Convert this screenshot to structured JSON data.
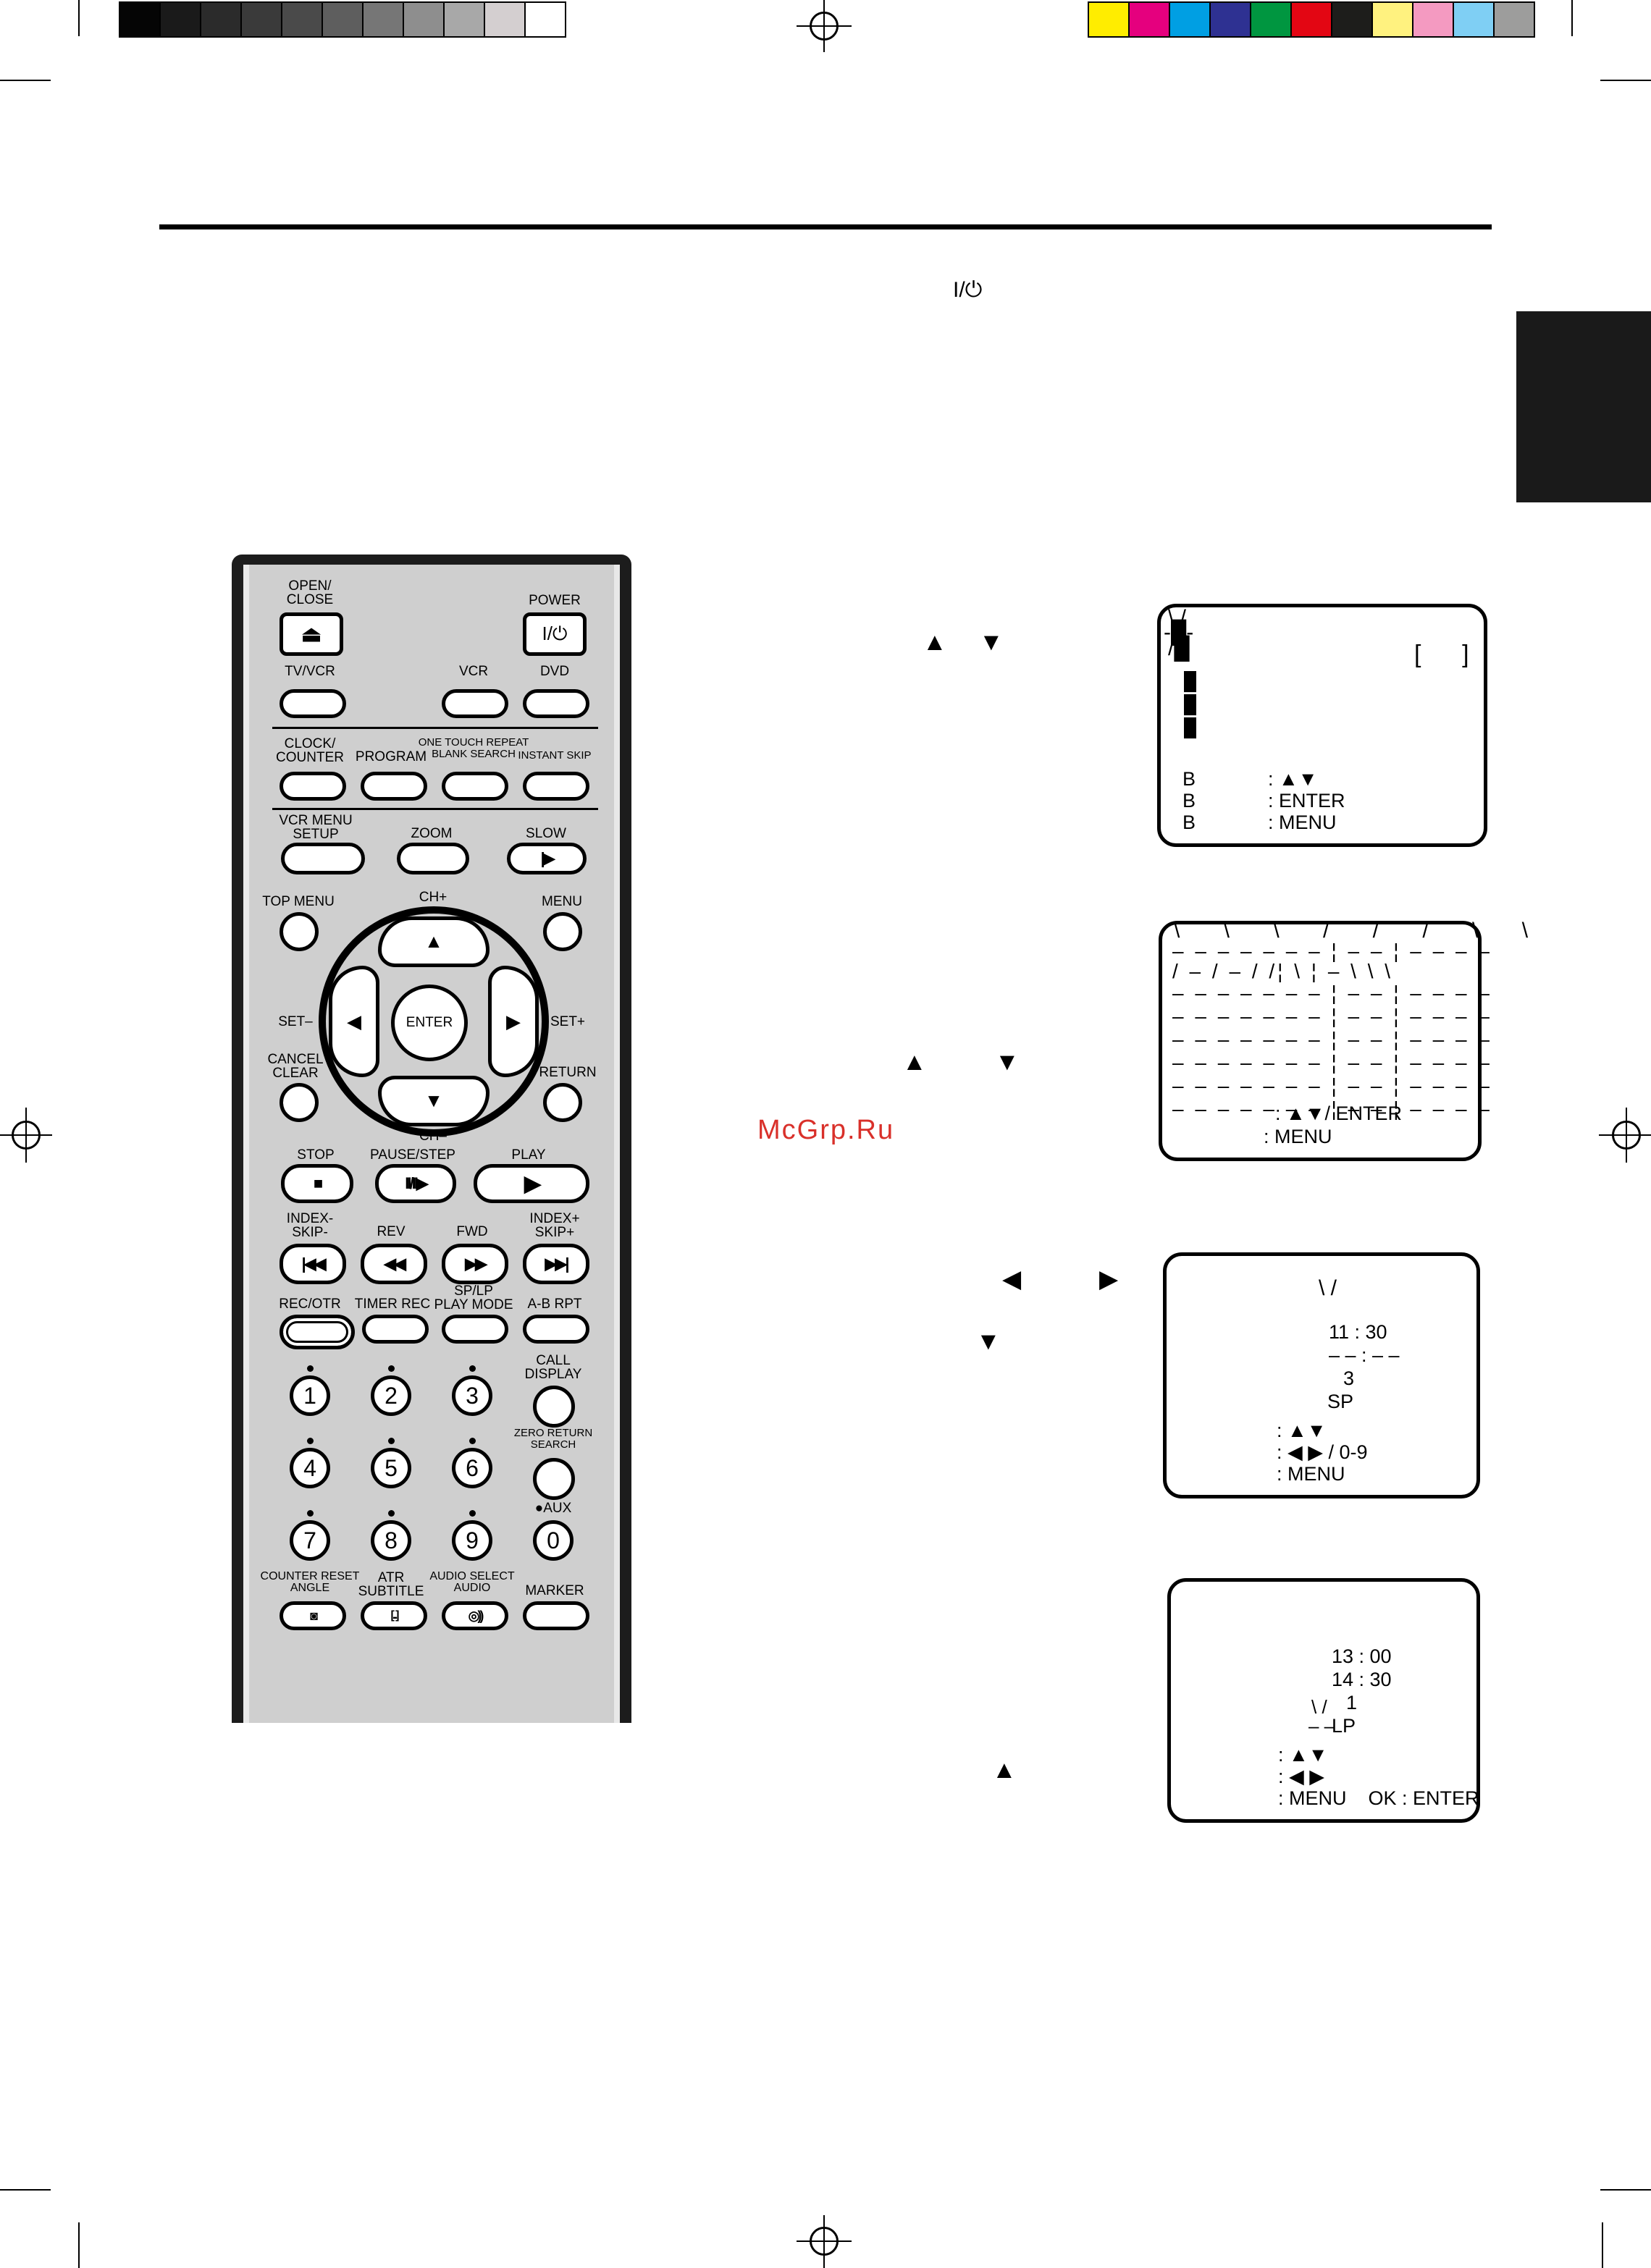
{
  "colors": {
    "gray_strip": [
      "#050505",
      "#1a1a1a",
      "#2b2b2b",
      "#3a3a3a",
      "#4a4a4a",
      "#5e5e5e",
      "#767676",
      "#8e8e8e",
      "#a8a8a8",
      "#d4cfd0",
      "#ffffff"
    ],
    "color_strip": [
      "#ffed00",
      "#e5007e",
      "#009fe3",
      "#2e3192",
      "#009640",
      "#e30613",
      "#1d1d1b",
      "#fff27f",
      "#f49ac1",
      "#7fcff4",
      "#9d9d9c"
    ],
    "side_tab": "#1a1a1a",
    "remote_body": "#cfcfcf"
  },
  "header": {
    "power_symbol": "I/⏻"
  },
  "remote": {
    "open_close": "OPEN/\nCLOSE",
    "power": "POWER",
    "power_btn": "I/⏻",
    "tv_vcr": "TV/VCR",
    "vcr": "VCR",
    "dvd": "DVD",
    "clock_counter": "CLOCK/\nCOUNTER",
    "program": "PROGRAM",
    "one_touch": "ONE TOUCH REPEAT\nBLANK SEARCH",
    "instant_skip": "INSTANT SKIP",
    "vcr_menu_setup": "VCR MENU\nSETUP",
    "zoom": "ZOOM",
    "slow": "SLOW",
    "top_menu": "TOP MENU",
    "ch_plus": "CH+",
    "menu": "MENU",
    "set_minus": "SET–",
    "enter": "ENTER",
    "set_plus": "SET+",
    "cancel_clear": "CANCEL\nCLEAR",
    "return": "RETURN",
    "ch_minus": "CH–",
    "stop": "STOP",
    "pause_step": "PAUSE/STEP",
    "play": "PLAY",
    "index_skip_minus": "INDEX-\nSKIP-",
    "rev": "REV",
    "fwd": "FWD",
    "index_skip_plus": "INDEX+\nSKIP+",
    "rec_otr": "REC/OTR",
    "timer_rec": "TIMER REC",
    "sp_lp": "SP/LP\nPLAY MODE",
    "ab_rpt": "A-B RPT",
    "call_display": "CALL\nDISPLAY",
    "zero_return": "ZERO RETURN\nSEARCH",
    "aux": "●AUX",
    "counter_reset": "COUNTER RESET\nANGLE",
    "atr_subtitle": "ATR\nSUBTITLE",
    "audio_select": "AUDIO SELECT\nAUDIO",
    "marker": "MARKER",
    "digits": [
      "1",
      "2",
      "3",
      "4",
      "5",
      "6",
      "7",
      "8",
      "9",
      "0"
    ]
  },
  "screen1": {
    "brackets": "[      ]",
    "lines": [
      ": ▲▼",
      ": ENTER",
      ": MENU"
    ],
    "prefix": "B"
  },
  "screen2": {
    "line1": ": ▲▼/ ENTER",
    "line2": ": MENU"
  },
  "screen3": {
    "time": "11 : 30",
    "blank_time": "– – : – –",
    "channel": "3",
    "speed": "SP",
    "lines": [
      ": ▲▼",
      ": ◀ ▶ / 0-9",
      ": MENU"
    ]
  },
  "screen4": {
    "start": "13 : 00",
    "end": "14 : 30",
    "channel": "1",
    "speed": "LP",
    "lines": [
      ": ▲▼",
      ": ◀ ▶",
      ": MENU    OK : ENTER"
    ]
  },
  "arrows": {
    "up_down": "▲  ▼",
    "up": "▲",
    "down": "▼",
    "left": "◀",
    "right": "▶"
  },
  "watermark": "McGrp.Ru"
}
